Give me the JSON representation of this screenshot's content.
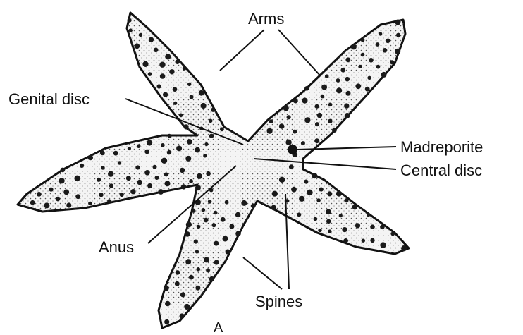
{
  "diagram": {
    "subject": "starfish-external-anatomy",
    "labels": {
      "arms": "Arms",
      "genital_disc": "Genital disc",
      "madreporite": "Madreporite",
      "central_disc": "Central disc",
      "anus": "Anus",
      "spines": "Spines"
    },
    "figure_letter": "A"
  },
  "colors": {
    "ink": "#111111",
    "body_fill": "#f4f4f4",
    "background": "#ffffff"
  }
}
